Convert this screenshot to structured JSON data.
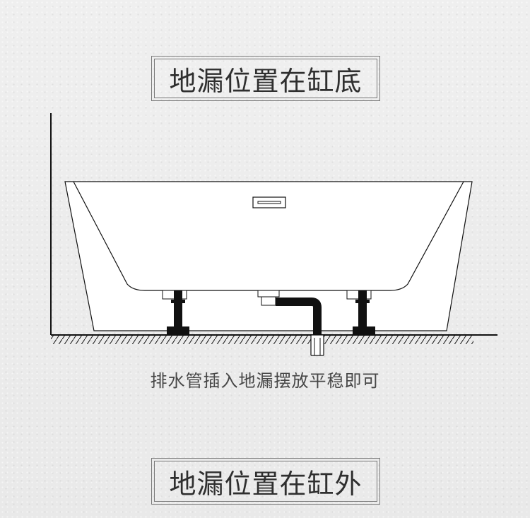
{
  "title_top": "地漏位置在缸底",
  "caption": "排水管插入地漏摆放平稳即可",
  "title_bottom": "地漏位置在缸外",
  "colors": {
    "line": "#111111",
    "tub_fill": "#ffffff",
    "text": "#2f2f2f",
    "background": "#ececec"
  }
}
